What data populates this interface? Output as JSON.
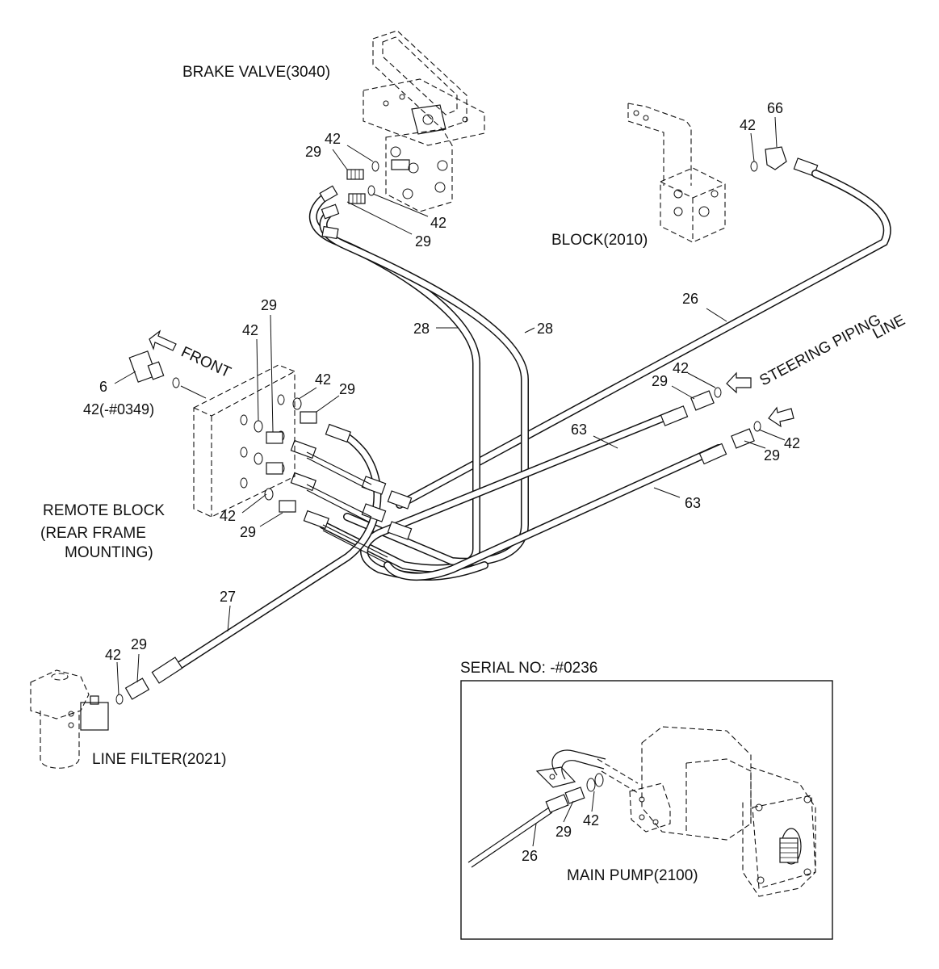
{
  "labels": {
    "brake_valve": "BRAKE VALVE(3040)",
    "block": "BLOCK(2010)",
    "remote_block_1": "REMOTE BLOCK",
    "remote_block_2": "(REAR FRAME",
    "remote_block_3": "MOUNTING)",
    "front": "FRONT",
    "steering_1": "STEERING PIPING",
    "steering_2": "LINE",
    "line_filter": "LINE FILTER(2021)",
    "serial": "SERIAL NO: -#0236",
    "main_pump": "MAIN PUMP(2100)"
  },
  "part_numbers": {
    "p29_brake_top": "29",
    "p42_brake_top": "42",
    "p42_brake_mid": "42",
    "p29_brake_bottom": "29",
    "p42_block": "42",
    "p66_block": "66",
    "p26_main": "26",
    "p28_left": "28",
    "p28_right": "28",
    "p29_remote_top": "29",
    "p42_remote_top": "42",
    "p6": "6",
    "p42_0349": "42(-#0349)",
    "p42_remote_right": "42",
    "p29_remote_right": "29",
    "p42_steer": "42",
    "p29_steer": "29",
    "p63_upper": "63",
    "p42_steer_low": "42",
    "p29_steer_low": "29",
    "p63_lower": "63",
    "p42_remote_bottom": "42",
    "p29_remote_bottom": "29",
    "p27": "27",
    "p42_filter": "42",
    "p29_filter": "29",
    "p29_pump": "29",
    "p42_pump": "42",
    "p26_pump": "26"
  }
}
